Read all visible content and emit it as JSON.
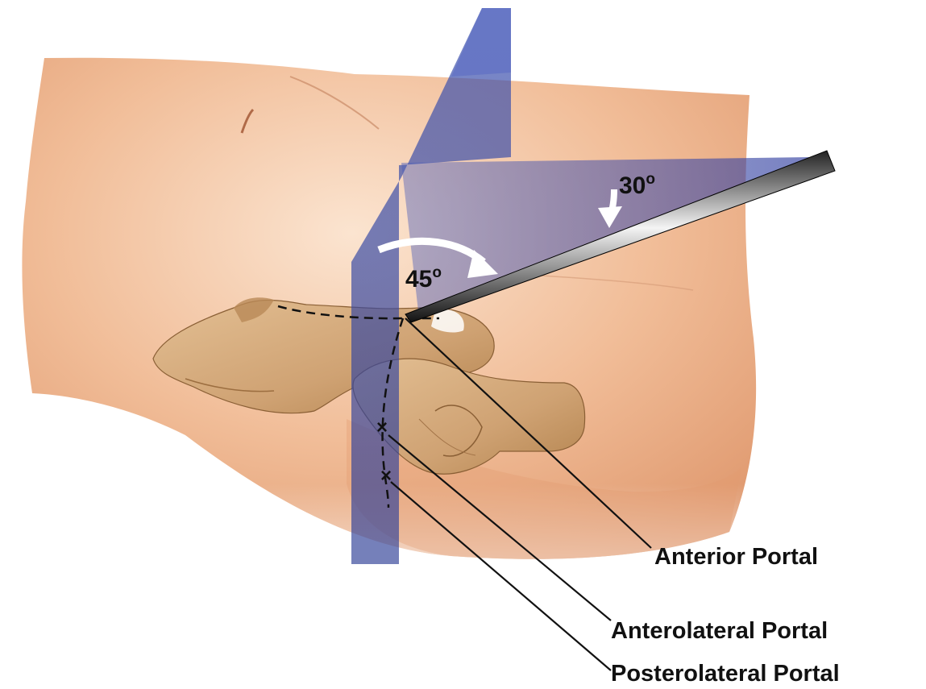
{
  "angles": {
    "elevation": {
      "value": "30",
      "degree_symbol": "o"
    },
    "rotation": {
      "value": "45",
      "degree_symbol": "o"
    }
  },
  "labels": {
    "anterior": "Anterior Portal",
    "anterolateral": "Anterolateral Portal",
    "posterolateral": "Posterolateral Portal"
  },
  "portal_marks": {
    "anterolateral": "×",
    "posterolateral": "×"
  },
  "colors": {
    "skin_light": "#f8dcc4",
    "skin_mid": "#eeb28c",
    "skin_dark": "#d88a60",
    "bone": "#d2a878",
    "bone_shadow": "#a7794c",
    "plane_blue": "#3c4ea8",
    "arrow_white": "#ffffff",
    "line_black": "#111111"
  }
}
